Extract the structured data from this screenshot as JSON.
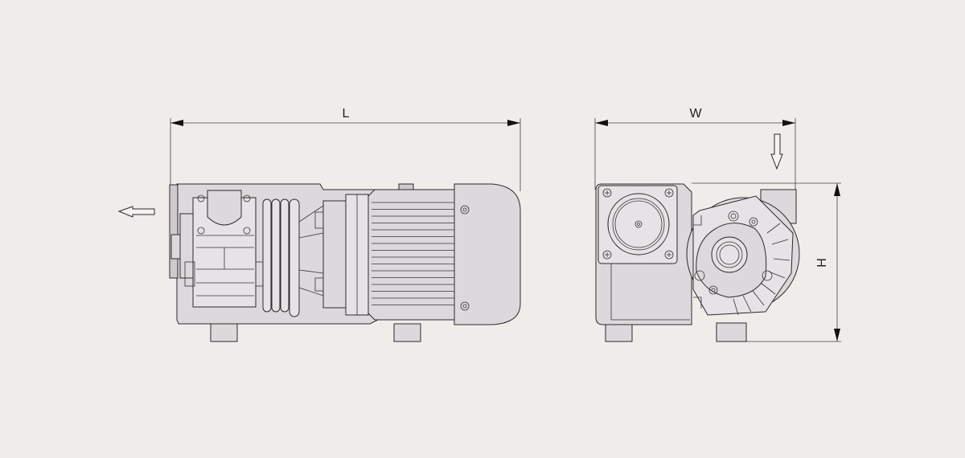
{
  "dimensions": {
    "length_label": "L",
    "width_label": "W",
    "height_label": "H"
  },
  "views": {
    "side": {
      "flow_direction": "left"
    },
    "front": {
      "flow_direction": "down"
    }
  },
  "colors": {
    "background": "#efecea",
    "body": "#ddd8dc",
    "outline": "#2a2a2a"
  },
  "icons": [
    "outlet-arrow-icon",
    "inlet-arrow-icon",
    "dimension-arrowhead-icon"
  ]
}
